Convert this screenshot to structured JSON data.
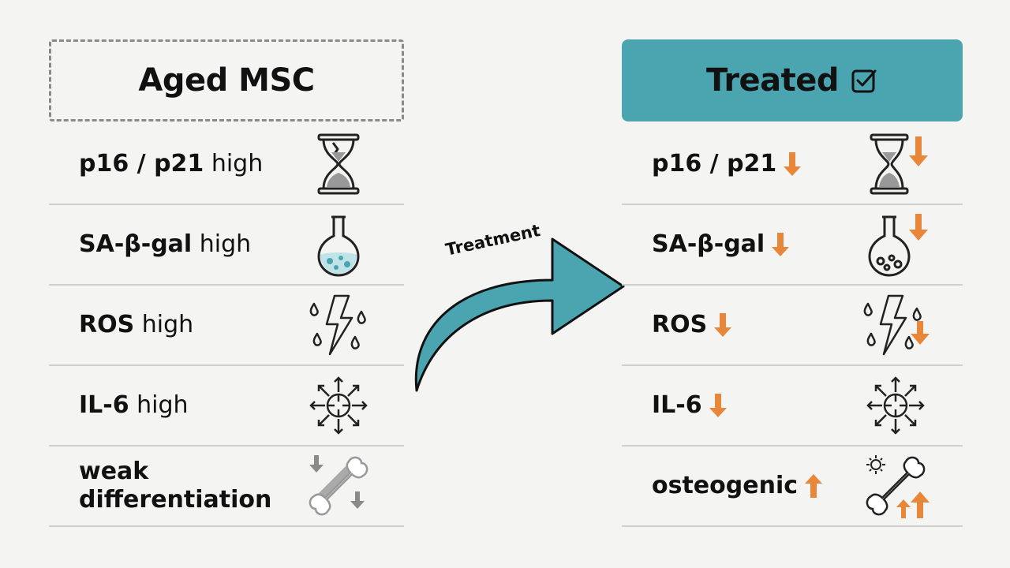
{
  "left": {
    "title": "Aged MSC",
    "rows": [
      {
        "bold": "p16 / p21",
        "rest": " high",
        "icon": "hourglass-icon"
      },
      {
        "bold": "SA-β-gal",
        "rest": " high",
        "icon": "flask-icon"
      },
      {
        "bold": "ROS",
        "rest": " high",
        "icon": "lightning-droplets-icon"
      },
      {
        "bold": "IL-6",
        "rest": " high",
        "icon": "cytokine-release-icon"
      },
      {
        "bold": "weak differentiation",
        "rest": "",
        "icon": "bone-down-arrows-icon"
      }
    ]
  },
  "right": {
    "title": "Treated",
    "rows": [
      {
        "label": "p16 / p21",
        "direction": "down",
        "icon": "hourglass-down-icon"
      },
      {
        "label": "SA-β-gal",
        "direction": "down",
        "icon": "flask-down-icon"
      },
      {
        "label": "ROS",
        "direction": "down",
        "icon": "lightning-droplets-down-icon"
      },
      {
        "label": "IL-6",
        "direction": "down",
        "icon": "cytokine-release-icon"
      },
      {
        "label": "osteogenic",
        "direction": "up",
        "icon": "bone-up-arrows-icon"
      }
    ]
  },
  "arrow_label": "Treatment",
  "colors": {
    "teal": "#4aa5b0",
    "orange": "#e8863a",
    "gray": "#8a8a8a",
    "divider": "#cfcfcf"
  }
}
